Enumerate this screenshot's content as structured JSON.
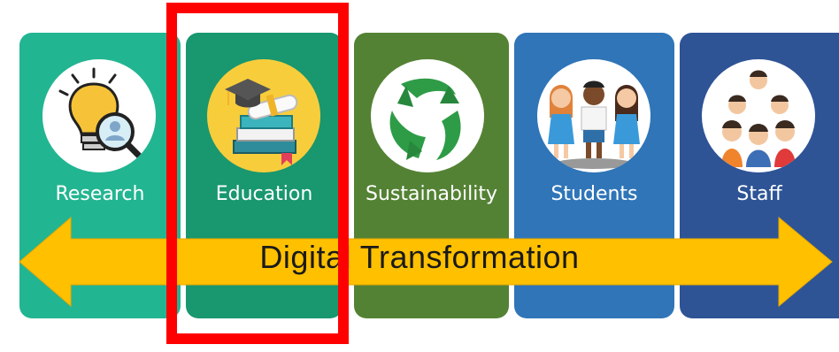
{
  "panels": [
    {
      "label": "Research",
      "icon": "lightbulb-magnifier-icon",
      "color": "#22b591"
    },
    {
      "label": "Education",
      "icon": "graduation-books-icon",
      "color": "#19976f"
    },
    {
      "label": "Sustainability",
      "icon": "recycle-leaves-icon",
      "color": "#548235"
    },
    {
      "label": "Students",
      "icon": "students-group-icon",
      "color": "#2f75b8"
    },
    {
      "label": "Staff",
      "icon": "staff-people-icon",
      "color": "#2e5496"
    }
  ],
  "arrow": {
    "label": "Digital Transformation",
    "color": "#ffc000",
    "direction": "bidirectional"
  },
  "highlight": {
    "target": "Education",
    "color": "#ff0000"
  }
}
